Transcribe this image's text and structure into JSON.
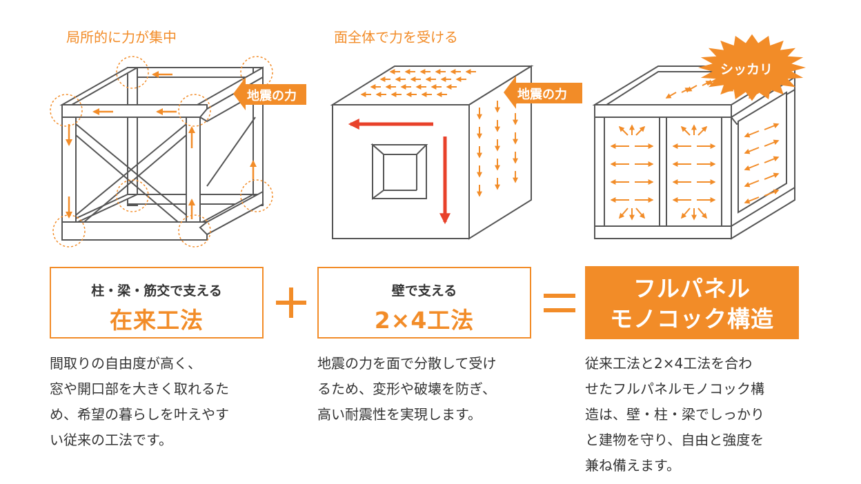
{
  "panels": [
    {
      "caption": "局所的に力が集中",
      "force_tag": "地震の力",
      "box_sub": "柱・梁・筋交で支える",
      "box_main": "在来工法",
      "desc_lines": [
        "間取りの自由度が高く、",
        "窓や開口部を大きく取れるた",
        "め、希望の暮らしを叶えやす",
        "い従来の工法です。"
      ]
    },
    {
      "caption": "面全体で力を受ける",
      "force_tag": "地震の力",
      "box_sub": "壁で支える",
      "box_main": "2×4工法",
      "desc_lines": [
        "地震の力を面で分散して受け",
        "るため、変形や破壊を防ぎ、",
        "高い耐震性を実現します。"
      ]
    },
    {
      "badge": "シッカリ",
      "box_main_line1": "フルパネル",
      "box_main_line2": "モノコック構造",
      "desc_lines": [
        "従来工法と2×4工法を合わ",
        "せたフルパネルモノコック構",
        "造は、壁・柱・梁でしっかり",
        "と建物を守り、自由と強度を",
        "兼ね備えます。"
      ]
    }
  ],
  "colors": {
    "accent": "#f28c28",
    "red_arrow": "#e8412a",
    "line": "#555555"
  },
  "icons": [
    "plus-icon",
    "equals-icon",
    "force-arrow-icon",
    "burst-badge-icon"
  ]
}
